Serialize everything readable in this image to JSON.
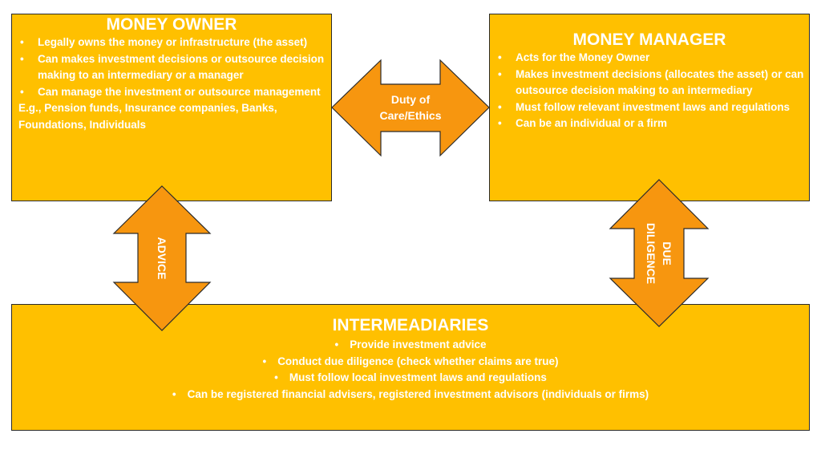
{
  "colors": {
    "box": "#FFC000",
    "arrow": "#F7960F",
    "text": "#FFFFFF"
  },
  "money_owner": {
    "title": "MONEY OWNER",
    "bullets": [
      "Legally owns the money or infrastructure (the asset)",
      "Can makes investment decisions or outsource decision making to an intermediary or  a manager",
      "Can manage the investment  or outsource management"
    ],
    "examples": "E.g., Pension funds, Insurance companies, Banks, Foundations, Individuals"
  },
  "money_manager": {
    "title": "MONEY MANAGER",
    "bullets": [
      "Acts for the Money Owner",
      "Makes investment decisions (allocates the asset) or can outsource decision making to an intermediary",
      "Must follow relevant investment laws and regulations",
      "Can be an individual or a firm"
    ]
  },
  "intermediaries": {
    "title": "INTERMEADIARIES",
    "bullets": [
      "Provide investment advice",
      "Conduct due diligence (check whether claims are true)",
      "Must follow local investment laws and regulations",
      "Can be registered financial advisers, registered investment advisors (individuals or firms)"
    ]
  },
  "arrows": {
    "duty_line1": "Duty of",
    "duty_line2": "Care/Ethics",
    "advice": "ADVICE",
    "due_line1": "DUE",
    "due_line2": "DILIGENCE"
  }
}
